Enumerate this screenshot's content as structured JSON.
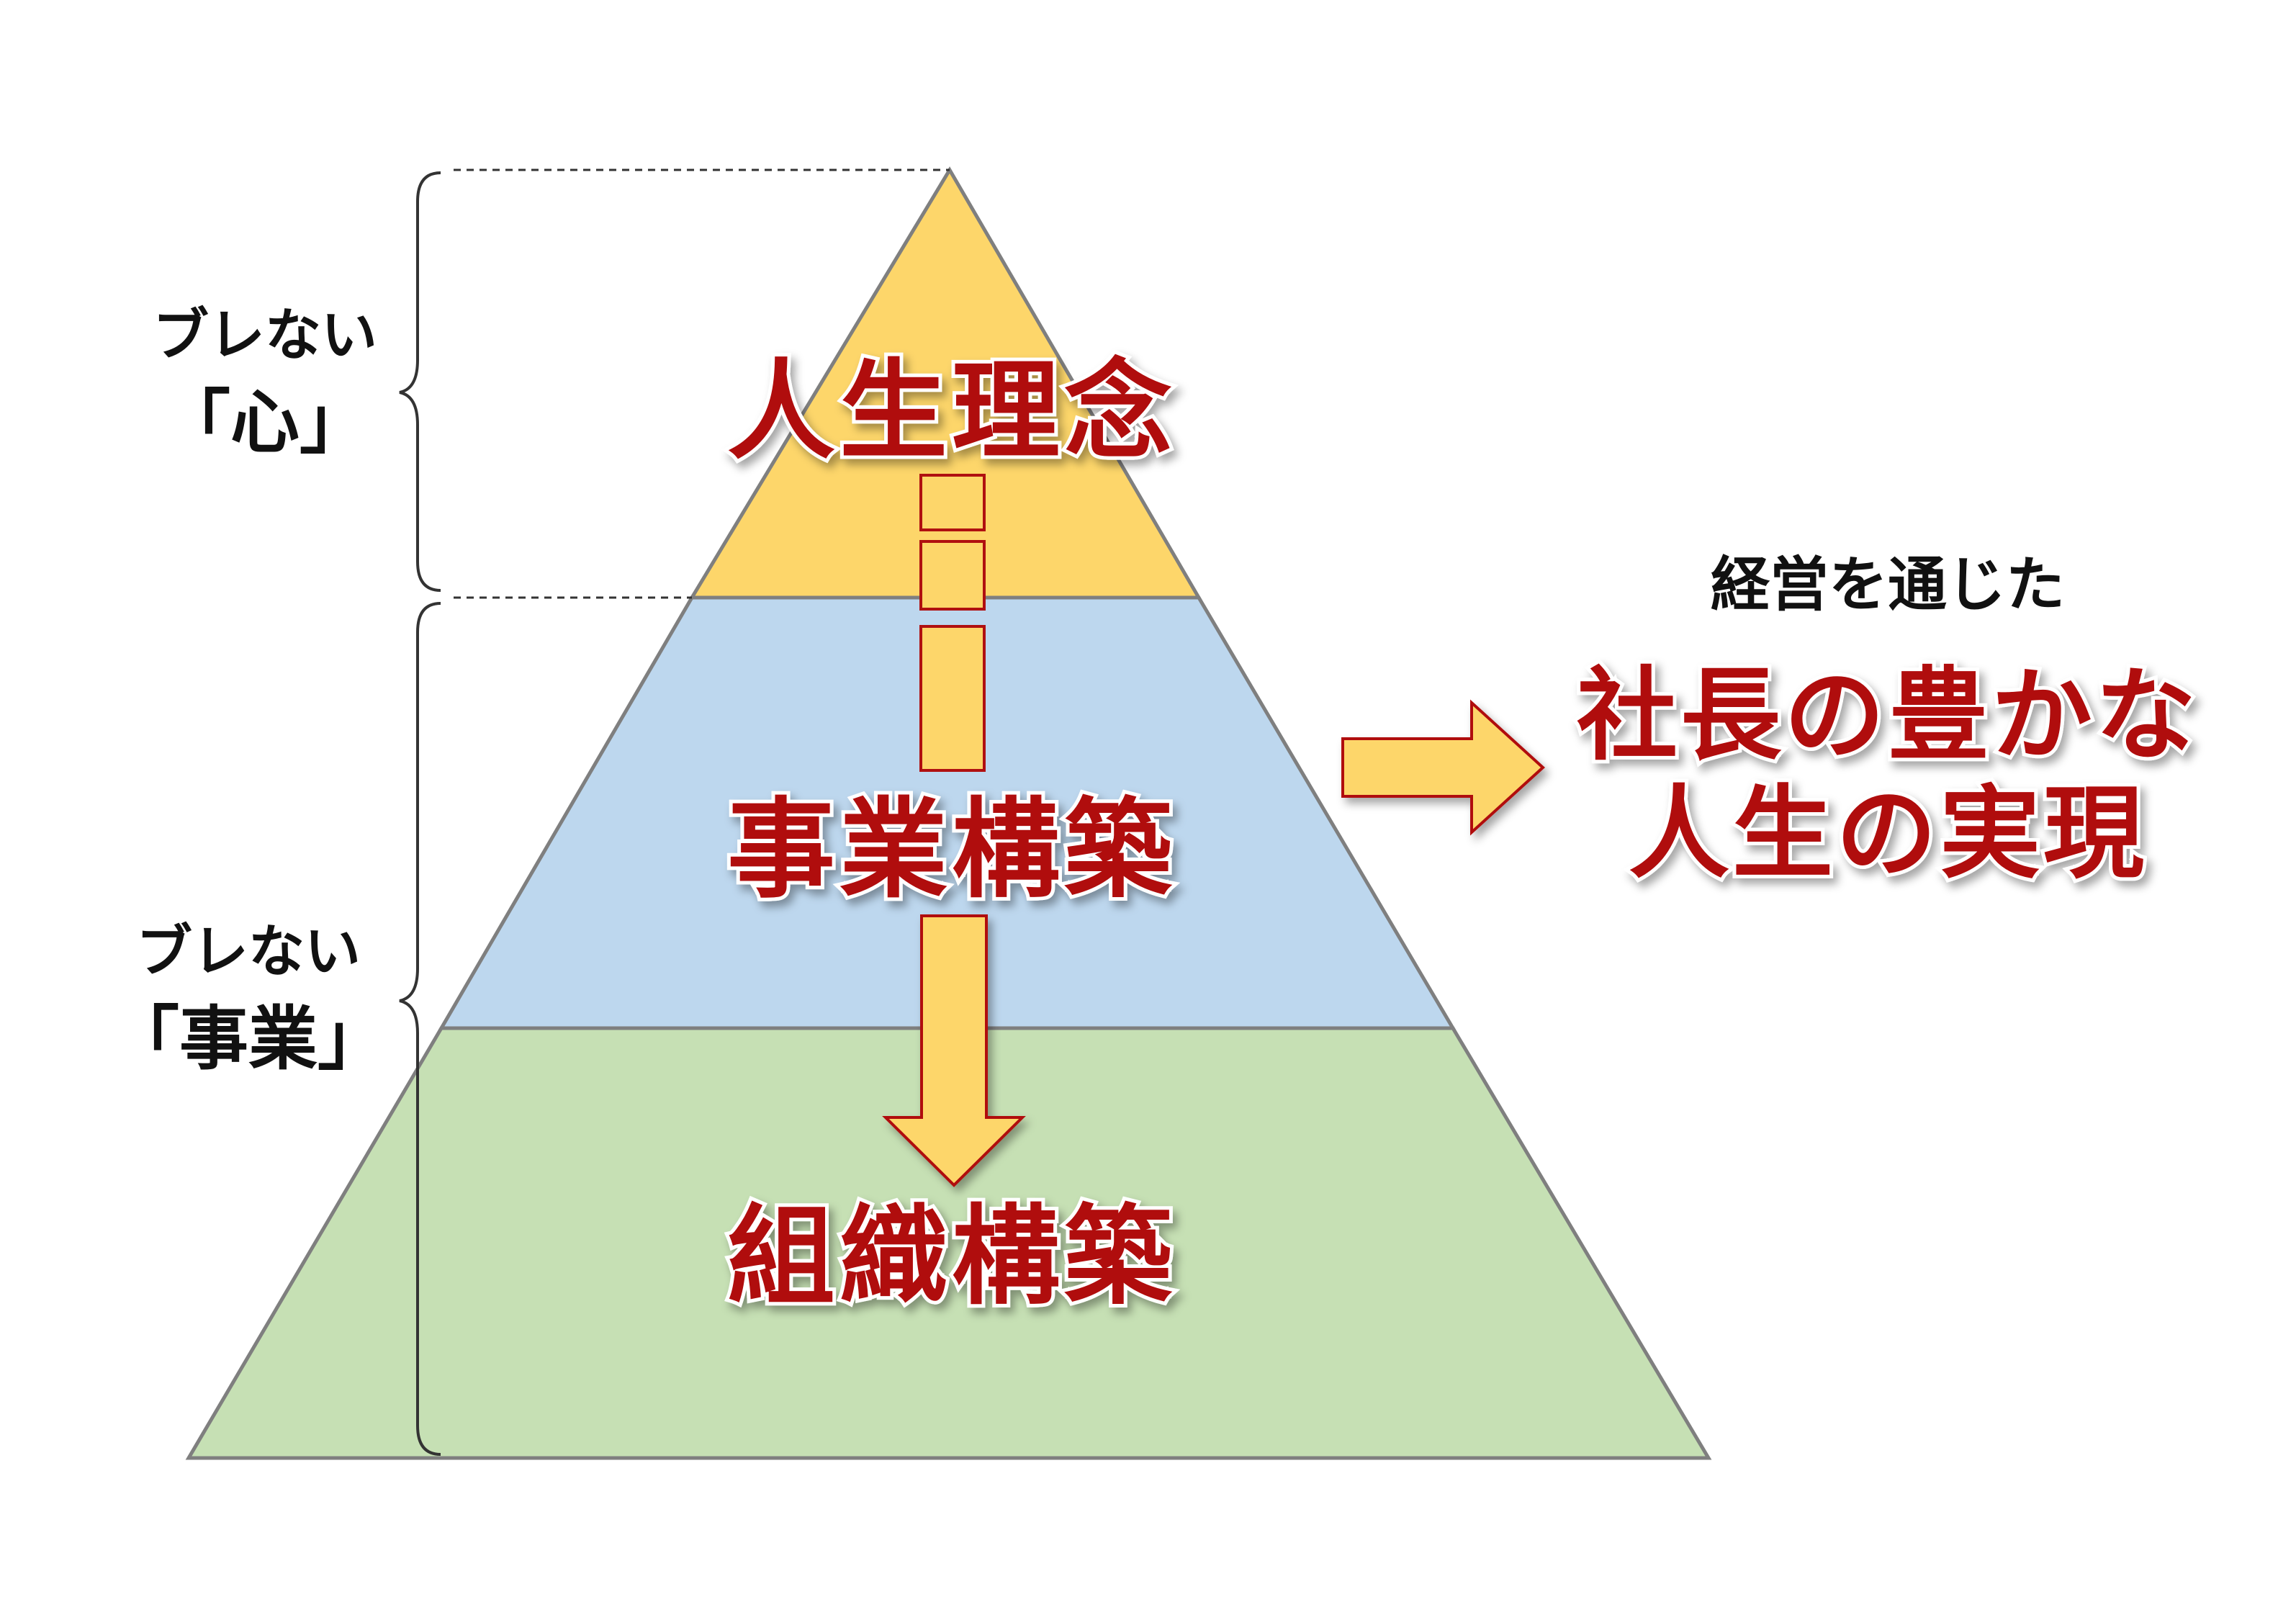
{
  "pyramid": {
    "top_label": "人生理念",
    "middle_label": "事業構築",
    "bottom_label": "組織構築",
    "colors": {
      "top": "#fdd66a",
      "middle": "#bdd7ee",
      "bottom": "#c6e0b4",
      "outline": "#7f7f7f"
    }
  },
  "brackets": {
    "upper": {
      "line1": "ブレない",
      "line2": "「心」"
    },
    "lower": {
      "line1": "ブレない",
      "line2": "「事業」"
    }
  },
  "goal": {
    "intro": "経営を通じた",
    "line1": "社長の豊かな",
    "line2": "人生の実現"
  },
  "arrow_colors": {
    "fill": "#fdd66a",
    "stroke": "#b01010"
  }
}
